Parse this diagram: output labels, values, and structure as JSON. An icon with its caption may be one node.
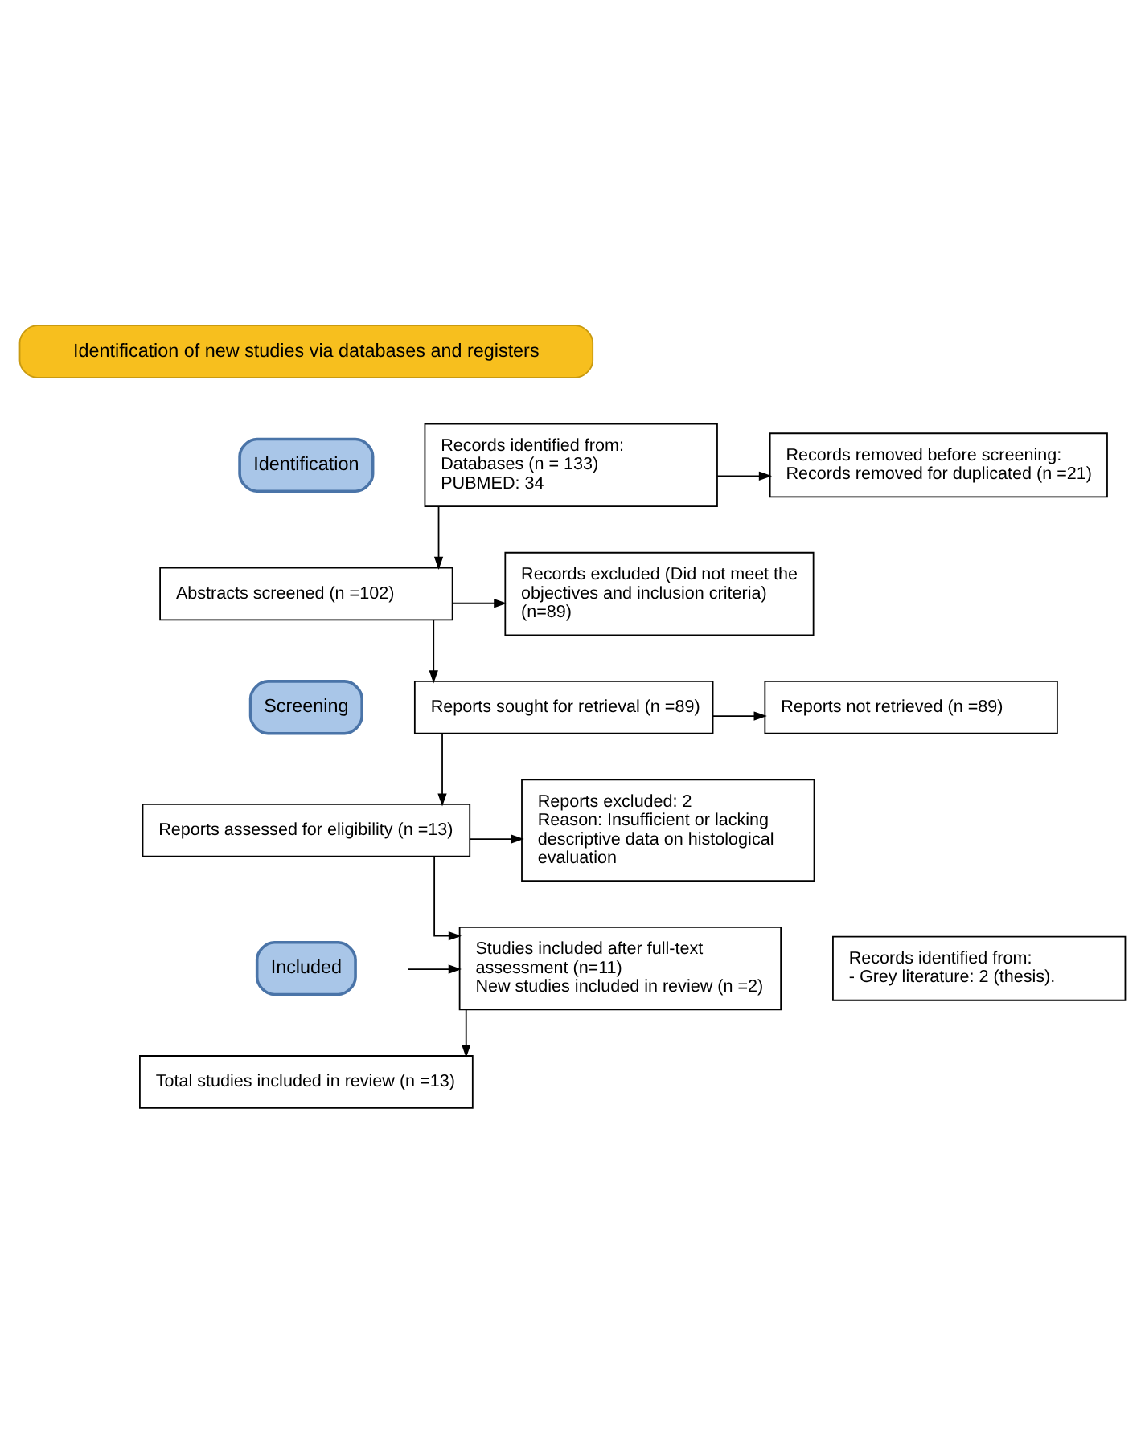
{
  "diagram": {
    "nodes": [
      {
        "text": [
          "Identification of new studies via databases and registers"
        ]
      },
      {
        "text": [
          "Identification"
        ]
      },
      {
        "text": [
          "Screening"
        ]
      },
      {
        "text": [
          "Included"
        ]
      },
      {
        "text": [
          "Records identified from:",
          "Databases (n = 133)",
          "PUBMED: 34"
        ]
      },
      {
        "text": [
          "Records removed before screening:",
          "Records removed for duplicated (n =21)"
        ]
      },
      {
        "text": [
          "Abstracts screened (n =102)"
        ]
      },
      {
        "text": [
          "Records excluded (Did not meet the objectives and inclusion criteria) (n=89)"
        ]
      },
      {
        "text": [
          "Reports sought for retrieval (n =89)"
        ]
      },
      {
        "text": [
          "Reports not retrieved (n =89)"
        ]
      },
      {
        "text": [
          "Reports assessed for eligibility (n =13)"
        ]
      },
      {
        "text": [
          "Reports excluded: 2",
          "Reason: Insufficient or lacking descriptive data on histological evaluation"
        ]
      },
      {
        "text": [
          "Studies included after full-text assessment (n=11)",
          "New studies included in review (n =2)"
        ]
      },
      {
        "text": [
          "Records identified from:",
          "- Grey literature: 2 (thesis)."
        ]
      },
      {
        "text": [
          "Total studies included in review (n =13)"
        ]
      }
    ],
    "edges": [
      {
        "from": 4,
        "to": 5,
        "arrow": "to"
      },
      {
        "from": 4,
        "to": 6,
        "arrow": "to"
      },
      {
        "from": 6,
        "to": 7,
        "arrow": "to"
      },
      {
        "from": 6,
        "to": 8,
        "arrow": "to"
      },
      {
        "from": 8,
        "to": 9,
        "arrow": "to"
      },
      {
        "from": 8,
        "to": 10,
        "arrow": "to"
      },
      {
        "from": 10,
        "to": 11,
        "arrow": "to"
      },
      {
        "from": 10,
        "to": 12,
        "arrow": "to"
      },
      {
        "from": null,
        "to": 12,
        "arrow": "to"
      },
      {
        "from": 12,
        "to": 14,
        "arrow": "to"
      }
    ]
  }
}
